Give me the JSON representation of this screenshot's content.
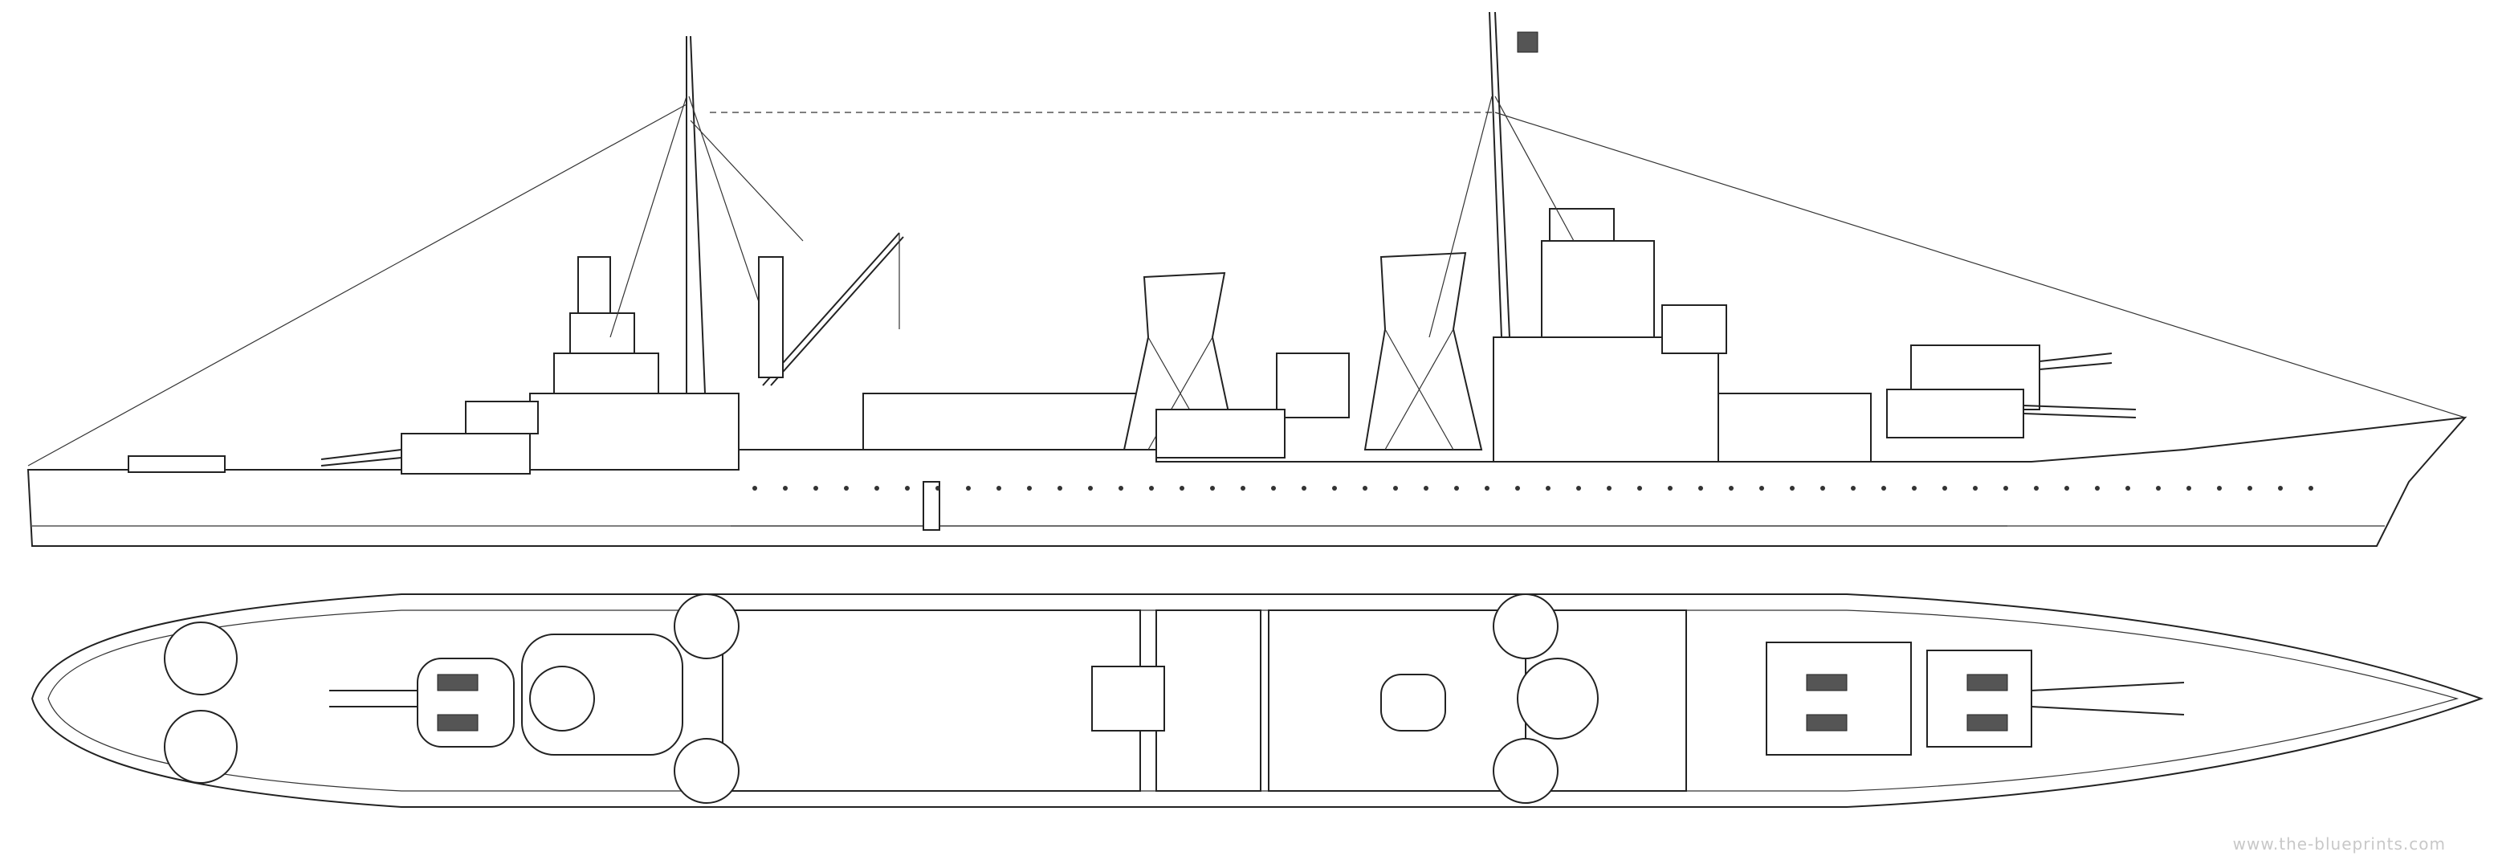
{
  "drawing": {
    "views": [
      "side-profile",
      "top-plan"
    ],
    "watermark": "www.the-blueprints.com"
  }
}
